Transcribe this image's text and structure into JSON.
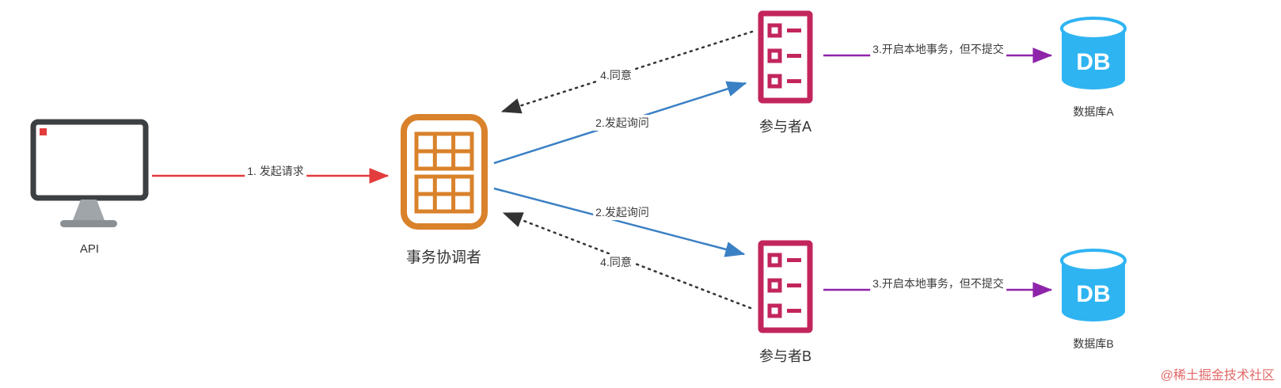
{
  "diagram": {
    "title": "two-phase-commit-flow",
    "watermark": "@稀土掘金技术社区",
    "nodes": {
      "api": {
        "label": "API"
      },
      "coordinator": {
        "label": "事务协调者"
      },
      "participant_a": {
        "label": "参与者A"
      },
      "participant_b": {
        "label": "参与者B"
      },
      "db_a": {
        "db_text": "DB",
        "label": "数据库A"
      },
      "db_b": {
        "db_text": "DB",
        "label": "数据库B"
      }
    },
    "edges": {
      "request": {
        "label": "1. 发起请求",
        "from": "api",
        "to": "coordinator",
        "color": "#e23c3c",
        "style": "solid"
      },
      "inquiry_a": {
        "label": "2.发起询问",
        "from": "coordinator",
        "to": "participant_a",
        "color": "#3a80c4",
        "style": "solid"
      },
      "inquiry_b": {
        "label": "2.发起询问",
        "from": "coordinator",
        "to": "participant_b",
        "color": "#3a80c4",
        "style": "solid"
      },
      "agree_a": {
        "label": "4.同意",
        "from": "participant_a",
        "to": "coordinator",
        "color": "#333333",
        "style": "dotted"
      },
      "agree_b": {
        "label": "4.同意",
        "from": "participant_b",
        "to": "coordinator",
        "color": "#333333",
        "style": "dotted"
      },
      "local_tx_a": {
        "label": "3.开启本地事务，但不提交",
        "from": "participant_a",
        "to": "db_a",
        "color": "#8e24aa",
        "style": "solid"
      },
      "local_tx_b": {
        "label": "3.开启本地事务，但不提交",
        "from": "participant_b",
        "to": "db_b",
        "color": "#8e24aa",
        "style": "solid"
      }
    },
    "colors": {
      "coordinator_stroke": "#d9822b",
      "participant_stroke": "#c2255c",
      "database_fill": "#2fb4f2",
      "monitor_stroke": "#3d4043",
      "watermark": "#e26868"
    }
  }
}
